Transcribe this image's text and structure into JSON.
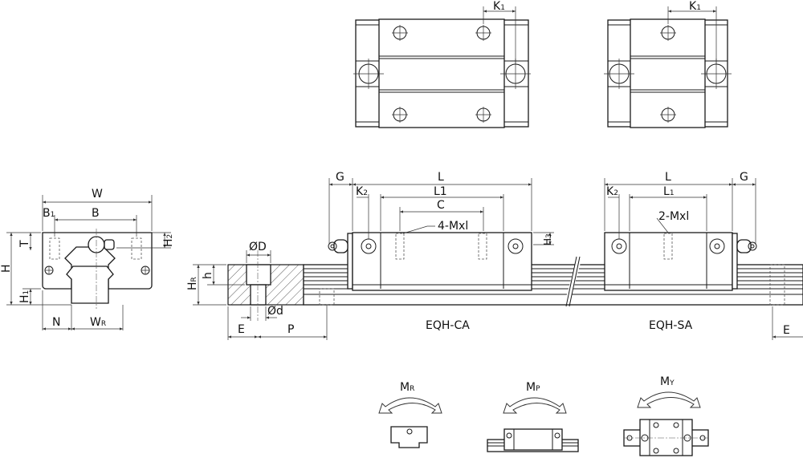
{
  "title_views": {
    "k1_left": {
      "main": "K",
      "sub": "1"
    },
    "k1_right": {
      "main": "K",
      "sub": "1"
    }
  },
  "end_view": {
    "W": "W",
    "B": "B",
    "B1": {
      "main": "B",
      "sub": "1"
    },
    "H": "H",
    "T": "T",
    "H1": {
      "main": "H",
      "sub": "1"
    },
    "H2": {
      "main": "H",
      "sub": "2"
    },
    "N": "N",
    "WR": {
      "main": "W",
      "sub": "R"
    }
  },
  "rail_section": {
    "D": "ØD",
    "d": "Ød",
    "HR": {
      "main": "H",
      "sub": "R"
    },
    "h": "h",
    "E": "E",
    "P": "P"
  },
  "side_view": {
    "ca": {
      "G": "G",
      "L": "L",
      "K2": {
        "main": "K",
        "sub": "2"
      },
      "L1": "L1",
      "C": "C",
      "mxl": "4-Mxl",
      "H3": {
        "main": "H",
        "sub": "3"
      },
      "model": "EQH-CA"
    },
    "sa": {
      "G": "G",
      "L": "L",
      "K2": {
        "main": "K",
        "sub": "2"
      },
      "L1": {
        "main": "L",
        "sub": "1"
      },
      "mxl": "2-Mxl",
      "model": "EQH-SA"
    },
    "E": "E"
  },
  "moments": [
    {
      "main": "M",
      "sub": "R"
    },
    {
      "main": "M",
      "sub": "P"
    },
    {
      "main": "M",
      "sub": "Y"
    }
  ]
}
